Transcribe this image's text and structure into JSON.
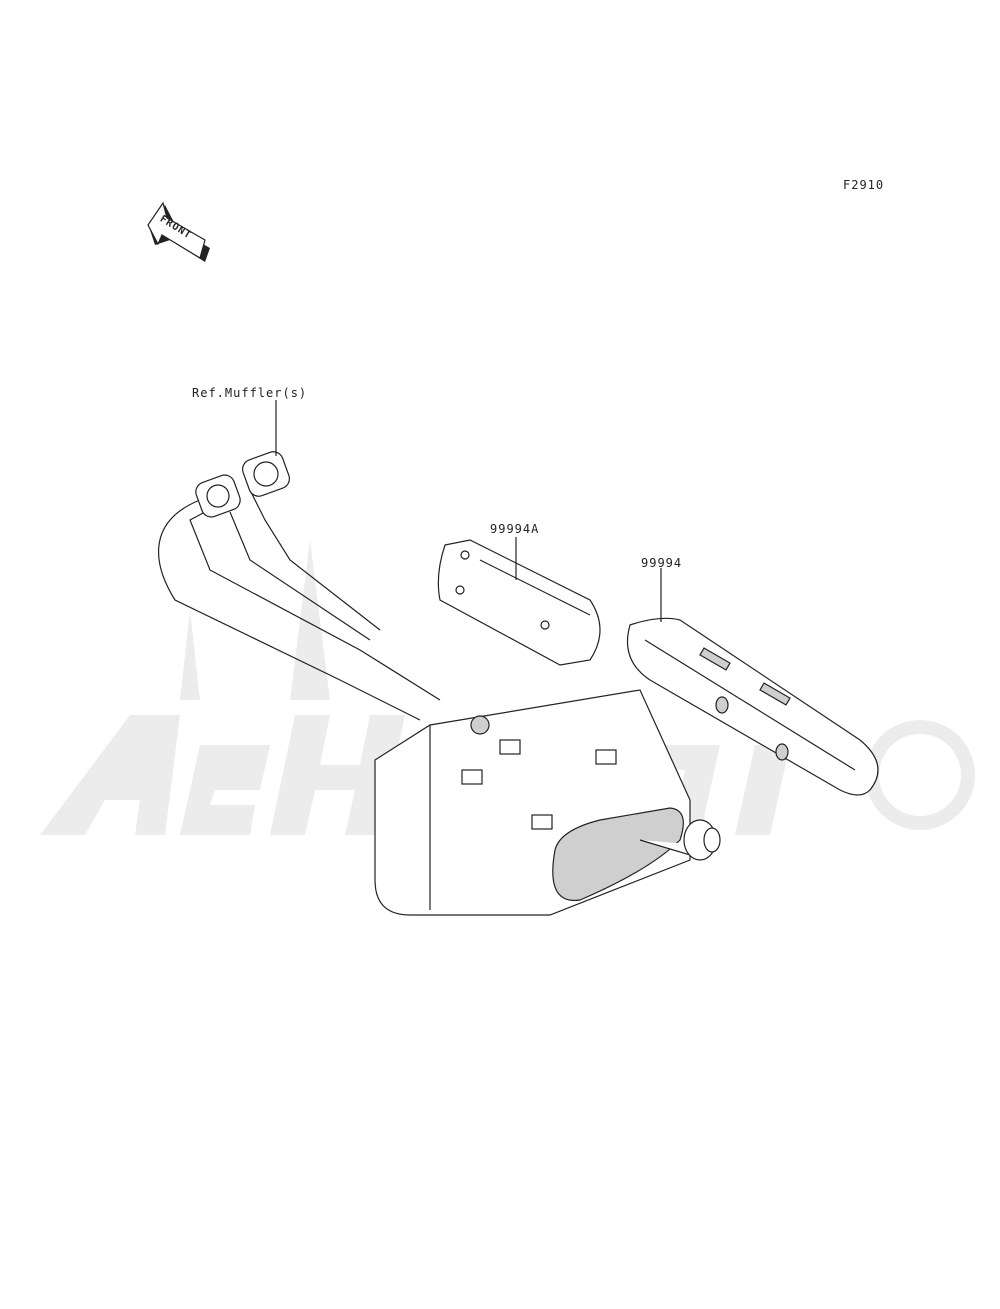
{
  "figure_code": "F2910",
  "front_arrow": "FRONT",
  "callouts": {
    "ref_muffler": "Ref.Muffler(s)",
    "part_99994A": "99994A",
    "part_99994": "99994"
  },
  "watermark": "AeHmoni"
}
